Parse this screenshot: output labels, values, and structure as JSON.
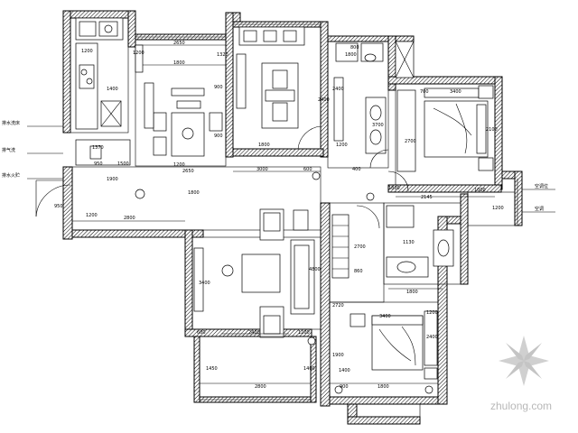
{
  "dimensions": {
    "top_2650": "2650",
    "top_1800": "1800",
    "left_1200": "1200",
    "top_1320": "1320",
    "left_1200b": "1200",
    "left_1400": "1400",
    "dining_900a": "900",
    "dining_900b": "900",
    "dining_1200": "1200",
    "dining_2650": "2650",
    "bed1_2400": "2400",
    "bed1_1800": "1800",
    "bed1_1200": "1200",
    "hall_3000": "3000",
    "hall_600": "600",
    "hall_400": "400",
    "kit_1370": "1370",
    "kit_950": "950",
    "kit_1500": "1500",
    "bath_800": "800",
    "bath_1800": "1800",
    "bath_2400": "2400",
    "bath_3700": "3700",
    "bed2_700": "700",
    "bed2_3400": "3400",
    "bed2_2700": "2700",
    "bed2_2100": "2100",
    "bed2_1000": "1000",
    "bed2_2145": "2145",
    "bed2_1800": "1800",
    "bed2_1200": "1200",
    "ent_2800": "2800",
    "ent_1800": "1800",
    "ent_950": "950",
    "ent_1200": "1200",
    "ent_1900": "1900",
    "liv_3400": "3400",
    "liv_2400": "2400",
    "liv_4800": "4800",
    "liv_600": "600",
    "liv_1200": "1200",
    "liv_1450": "1450",
    "liv_1400": "1400",
    "liv_2800": "2800",
    "wc_1130": "1130",
    "wc_2700": "2700",
    "wc_1800": "1800",
    "wc_860": "860",
    "wc_2720": "2720",
    "bed3_3400": "3400",
    "bed3_1900": "1900",
    "bed3_1200": "1200",
    "bed3_1800": "1800",
    "bed3_900": "900",
    "bed3_2400": "2400",
    "bed3_1400": "1400"
  },
  "annotations": {
    "left_1": "排水洗床",
    "left_2": "排气洗",
    "left_3": "排水火贮",
    "right_1": "空调位",
    "right_2": "空调"
  },
  "watermark": {
    "text": "zhulong.com"
  }
}
